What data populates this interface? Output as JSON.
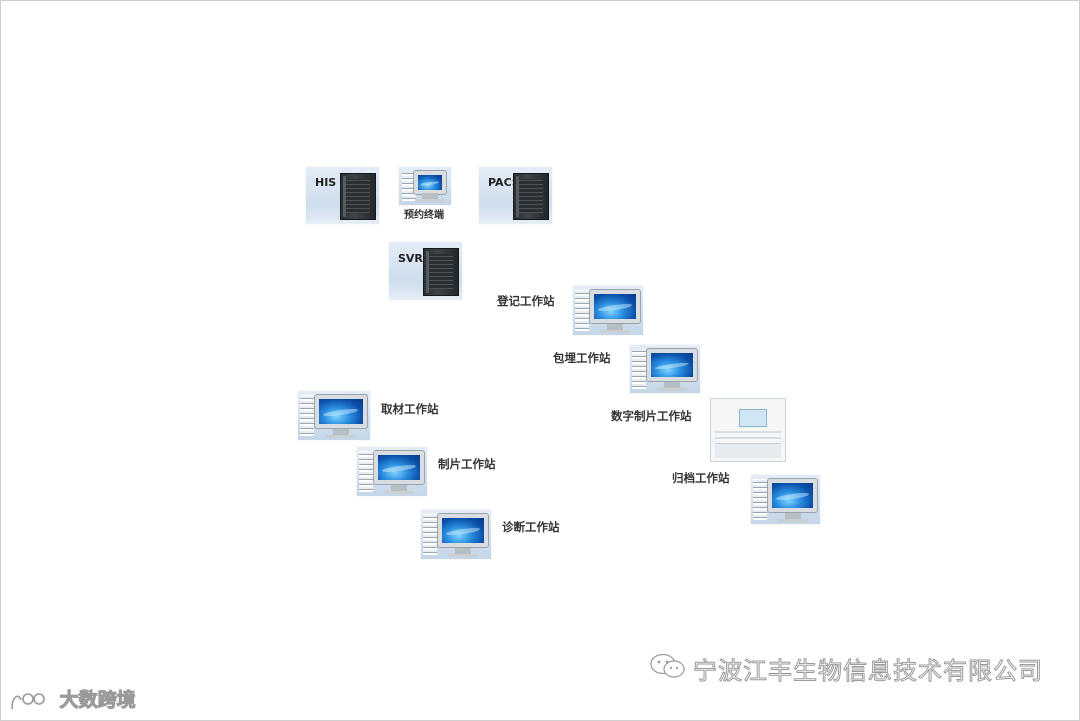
{
  "servers": [
    {
      "id": "his",
      "label": "HIS"
    },
    {
      "id": "pacs",
      "label": "PACS"
    },
    {
      "id": "svr",
      "label": "SVR"
    }
  ],
  "terminal": {
    "label": "预约终端"
  },
  "workstations": {
    "register": "登记工作站",
    "embedding": "包埋工作站",
    "digital_slide": "数字制片工作站",
    "archive": "归档工作站",
    "grossing": "取材工作站",
    "slide_making": "制片工作站",
    "diagnosis": "诊断工作站"
  },
  "watermark": {
    "text": "宁波江丰生物信息技术有限公司",
    "icon": "wechat-icon"
  },
  "bottom_logo": {
    "text": "大数跨境"
  },
  "colors": {
    "tile_bg": "#d2e0ee",
    "screen_blue": "#2a8ee0",
    "rack": "#2a2f33",
    "label": "#333333"
  }
}
